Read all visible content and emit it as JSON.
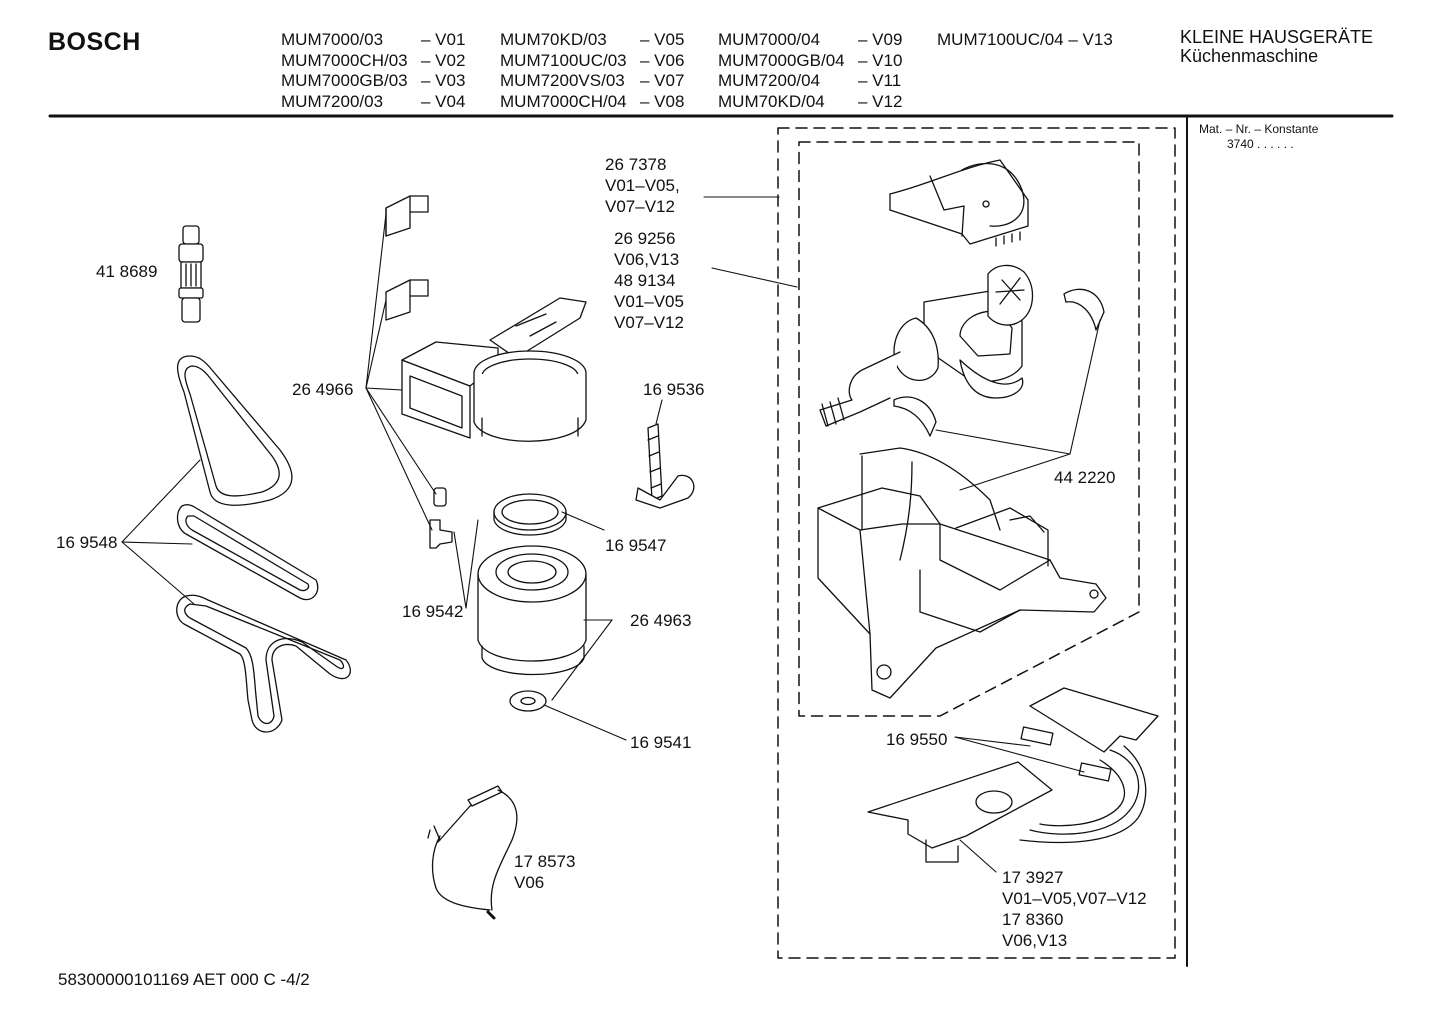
{
  "header": {
    "brand": "BOSCH",
    "models": [
      [
        {
          "name": "MUM7000/03",
          "ver": "– V01"
        },
        {
          "name": "MUM7000CH/03",
          "ver": "– V02"
        },
        {
          "name": "MUM7000GB/03",
          "ver": "– V03"
        },
        {
          "name": "MUM7200/03",
          "ver": "– V04"
        }
      ],
      [
        {
          "name": "MUM70KD/03",
          "ver": "– V05"
        },
        {
          "name": "MUM7100UC/03",
          "ver": "– V06"
        },
        {
          "name": "MUM7200VS/03",
          "ver": "– V07"
        },
        {
          "name": "MUM7000CH/04",
          "ver": "– V08"
        }
      ],
      [
        {
          "name": "MUM7000/04",
          "ver": "– V09"
        },
        {
          "name": "MUM7000GB/04",
          "ver": "– V10"
        },
        {
          "name": "MUM7200/04",
          "ver": "– V11"
        },
        {
          "name": "MUM70KD/04",
          "ver": "– V12"
        }
      ],
      [
        {
          "name": "MUM7100UC/04",
          "ver": "– V13"
        }
      ]
    ],
    "category_line1": "KLEINE HAUSGERÄTE",
    "category_line2": "Küchenmaschine"
  },
  "mat": {
    "label": "Mat. – Nr. – Konstante",
    "value": "3740 . . . . . ."
  },
  "parts": {
    "p418689": "41 8689",
    "p264966": "26 4966",
    "p169548": "16 9548",
    "p169542": "16 9542",
    "p169547": "16 9547",
    "p264963": "26 4963",
    "p169541": "16 9541",
    "p169536": "16 9536",
    "p178573": "17 8573",
    "p178573_ver": "V06",
    "p267378": "26 7378",
    "p267378_ver1": "V01–V05,",
    "p267378_ver2": "V07–V12",
    "p269256": "26 9256",
    "p269256_ver": "V06,V13",
    "p489134": "48 9134",
    "p489134_ver1": "V01–V05",
    "p489134_ver2": "V07–V12",
    "p442220": "44 2220",
    "p169550": "16 9550",
    "p173927": "17 3927",
    "p173927_ver": "V01–V05,V07–V12",
    "p178360": "17 8360",
    "p178360_ver": "V06,V13"
  },
  "footer": {
    "doc_id": "58300000101169 AET 000 C  -4/2"
  }
}
